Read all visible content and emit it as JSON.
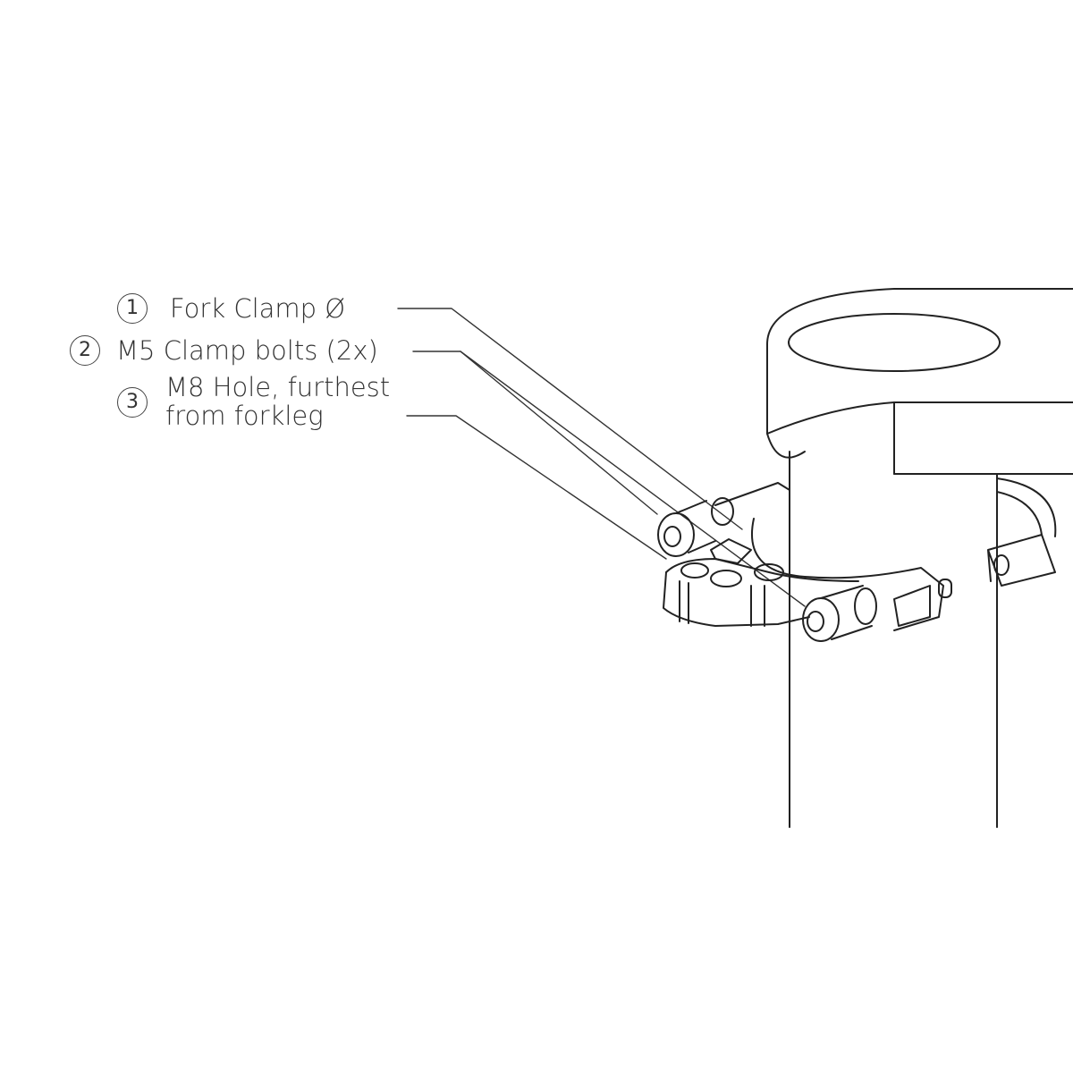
{
  "callouts": [
    {
      "number": "1",
      "text": "Fork Clamp Ø"
    },
    {
      "number": "2",
      "text": "M5 Clamp bolts (2x)"
    },
    {
      "number": "3",
      "text": "M8 Hole, furthest",
      "text2": "from forkleg"
    }
  ]
}
